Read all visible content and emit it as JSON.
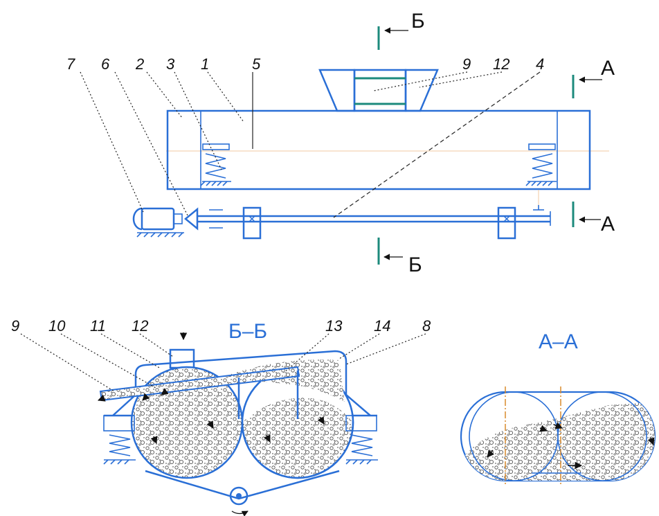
{
  "top_view": {
    "labels": {
      "n7": "7",
      "n6": "6",
      "n2": "2",
      "n3": "3",
      "n1": "1",
      "n5": "5",
      "n9": "9",
      "n12": "12",
      "n4": "4"
    },
    "cut_b_top": "Б",
    "cut_b_bottom": "Б",
    "cut_a_top": "А",
    "cut_a_bottom": "А"
  },
  "section_bb": {
    "title": "Б–Б",
    "labels": {
      "n9": "9",
      "n10": "10",
      "n11": "11",
      "n12": "12",
      "n13": "13",
      "n14": "14",
      "n8": "8"
    }
  },
  "section_aa": {
    "title": "А–А"
  },
  "colors": {
    "outline": "#2a6fd6",
    "section_mark": "#1c8a7c",
    "axis": "#d98a2b"
  }
}
